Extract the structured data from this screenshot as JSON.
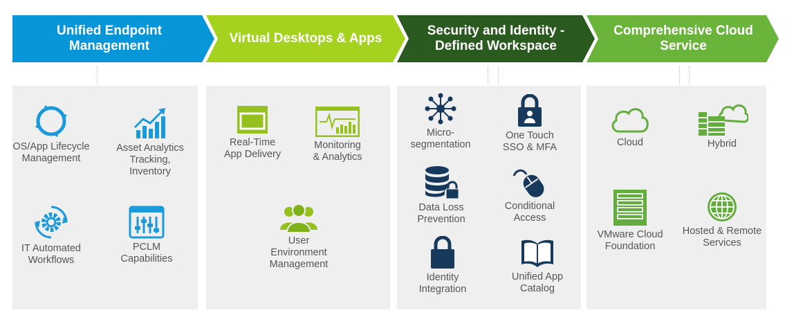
{
  "colors": {
    "blue": "#0797d8",
    "lime": "#a4d21e",
    "dark_green": "#2a5a1f",
    "green": "#6bb43c",
    "icon_blue": "#1a9ad9",
    "icon_navy": "#17395c",
    "icon_lime": "#95c11f",
    "icon_green": "#62ad3c",
    "panel_bg": "#efefef",
    "label_text": "#555555"
  },
  "headers": [
    {
      "id": "uem",
      "lines": [
        "Unified Endpoint",
        "Management"
      ]
    },
    {
      "id": "vda",
      "lines": [
        "Virtual Desktops & Apps"
      ]
    },
    {
      "id": "sec",
      "lines": [
        "Security and Identity -",
        "Defined Workspace"
      ]
    },
    {
      "id": "cloud",
      "lines": [
        "Comprehensive Cloud",
        "Service"
      ]
    }
  ],
  "panels": {
    "uem": [
      {
        "label": "OS/App Lifecycle\nManagement",
        "icon": "lifecycle-cycle-icon"
      },
      {
        "label": "Asset Analytics\nTracking,\nInventory",
        "icon": "analytics-chart-icon"
      },
      {
        "label": "IT Automated\nWorkflows",
        "icon": "gear-cycle-icon"
      },
      {
        "label": "PCLM\nCapabilities",
        "icon": "sliders-window-icon"
      }
    ],
    "vda": [
      {
        "label": "Real-Time\nApp Delivery",
        "icon": "app-window-icon"
      },
      {
        "label": "Monitoring\n& Analytics",
        "icon": "monitoring-chart-icon"
      },
      {
        "label": "User\nEnvironment\nManagement",
        "icon": "user-group-icon"
      }
    ],
    "sec": [
      {
        "label": "Micro-\nsegmentation",
        "icon": "network-node-icon"
      },
      {
        "label": "One Touch\nSSO & MFA",
        "icon": "padlock-user-icon"
      },
      {
        "label": "Data Loss\nPrevention",
        "icon": "database-lock-icon"
      },
      {
        "label": "Conditional\nAccess",
        "icon": "mouse-icon"
      },
      {
        "label": "Identity\nIntegration",
        "icon": "padlock-icon"
      },
      {
        "label": "Unified App\nCatalog",
        "icon": "open-book-icon"
      }
    ],
    "cloud": [
      {
        "label": "Cloud",
        "icon": "cloud-icon"
      },
      {
        "label": "Hybrid",
        "icon": "building-cloud-icon"
      },
      {
        "label": "VMware Cloud\nFoundation",
        "icon": "server-rack-icon"
      },
      {
        "label": "Hosted & Remote\nServices",
        "icon": "globe-icon"
      }
    ]
  }
}
